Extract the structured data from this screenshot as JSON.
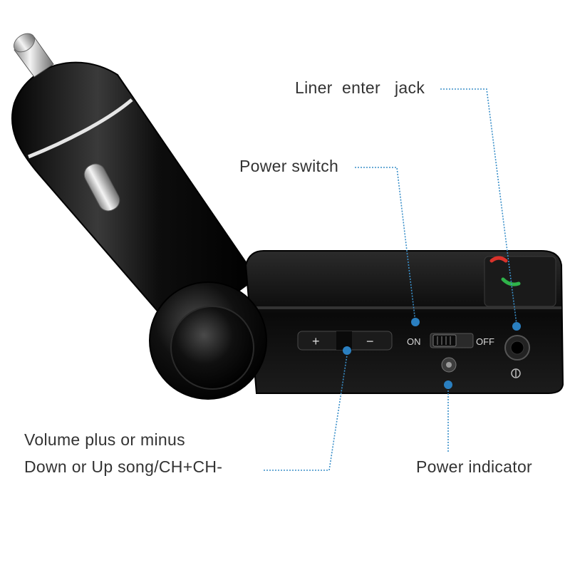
{
  "callouts": {
    "line_in_jack": "Liner  enter   jack",
    "power_switch": "Power switch",
    "volume_line1": "Volume plus or minus",
    "volume_line2": "Down or Up song/CH+CH-",
    "power_indicator": "Power indicator"
  },
  "device": {
    "switch_on": "ON",
    "switch_off": "OFF",
    "minus_sign": "−",
    "plus_sign": "+"
  },
  "colors": {
    "callout_line": "#3a8fc9",
    "callout_dot": "#2a7fc0",
    "device_body": "#111111",
    "call_answer_icon": "#2fb34a",
    "call_end_icon": "#d9322b"
  }
}
